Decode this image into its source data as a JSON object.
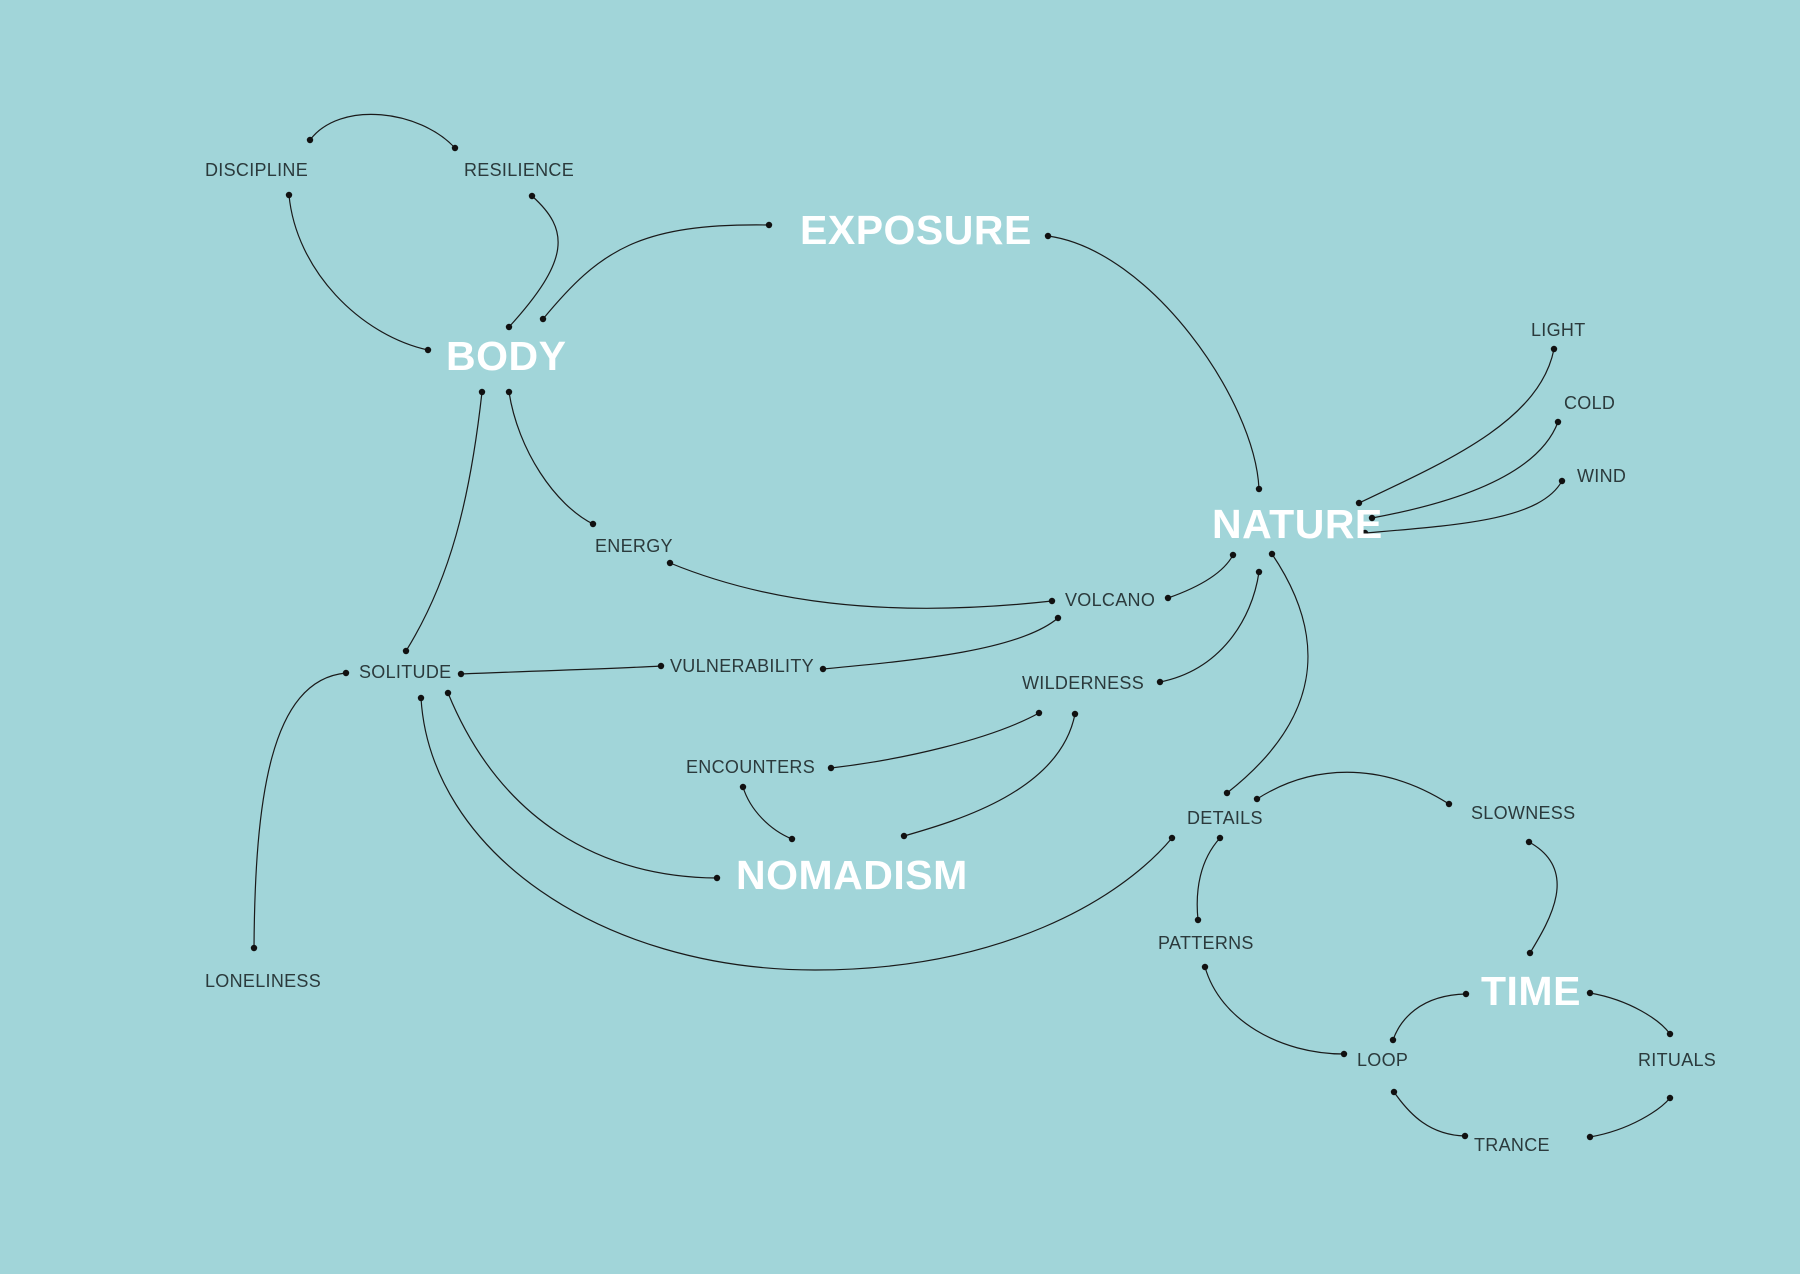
{
  "concepts": {
    "exposure": "EXPOSURE",
    "body": "BODY",
    "nature": "NATURE",
    "nomadism": "NOMADISM",
    "time": "TIME"
  },
  "terms": {
    "discipline": "DISCIPLINE",
    "resilience": "RESILIENCE",
    "light": "LIGHT",
    "cold": "COLD",
    "wind": "WIND",
    "energy": "ENERGY",
    "volcano": "VOLCANO",
    "solitude": "SOLITUDE",
    "vulnerability": "VULNERABILITY",
    "wilderness": "WILDERNESS",
    "encounters": "ENCOUNTERS",
    "details": "DETAILS",
    "slowness": "SLOWNESS",
    "patterns": "PATTERNS",
    "loneliness": "LONELINESS",
    "loop": "LOOP",
    "rituals": "RITUALS",
    "trance": "TRANCE"
  },
  "connections": [
    [
      "discipline",
      "resilience"
    ],
    [
      "discipline",
      "body"
    ],
    [
      "resilience",
      "body"
    ],
    [
      "body",
      "exposure"
    ],
    [
      "exposure",
      "nature"
    ],
    [
      "body",
      "energy"
    ],
    [
      "body",
      "solitude"
    ],
    [
      "energy",
      "volcano"
    ],
    [
      "volcano",
      "nature"
    ],
    [
      "vulnerability",
      "volcano"
    ],
    [
      "solitude",
      "vulnerability"
    ],
    [
      "solitude",
      "loneliness"
    ],
    [
      "solitude",
      "nomadism"
    ],
    [
      "solitude",
      "details"
    ],
    [
      "nature",
      "wilderness"
    ],
    [
      "nature",
      "details"
    ],
    [
      "nature",
      "light"
    ],
    [
      "nature",
      "cold"
    ],
    [
      "nature",
      "wind"
    ],
    [
      "wilderness",
      "encounters"
    ],
    [
      "wilderness",
      "nomadism"
    ],
    [
      "encounters",
      "nomadism"
    ],
    [
      "details",
      "slowness"
    ],
    [
      "details",
      "patterns"
    ],
    [
      "slowness",
      "time"
    ],
    [
      "patterns",
      "loop"
    ],
    [
      "time",
      "loop"
    ],
    [
      "time",
      "rituals"
    ],
    [
      "loop",
      "trance"
    ],
    [
      "rituals",
      "trance"
    ]
  ]
}
